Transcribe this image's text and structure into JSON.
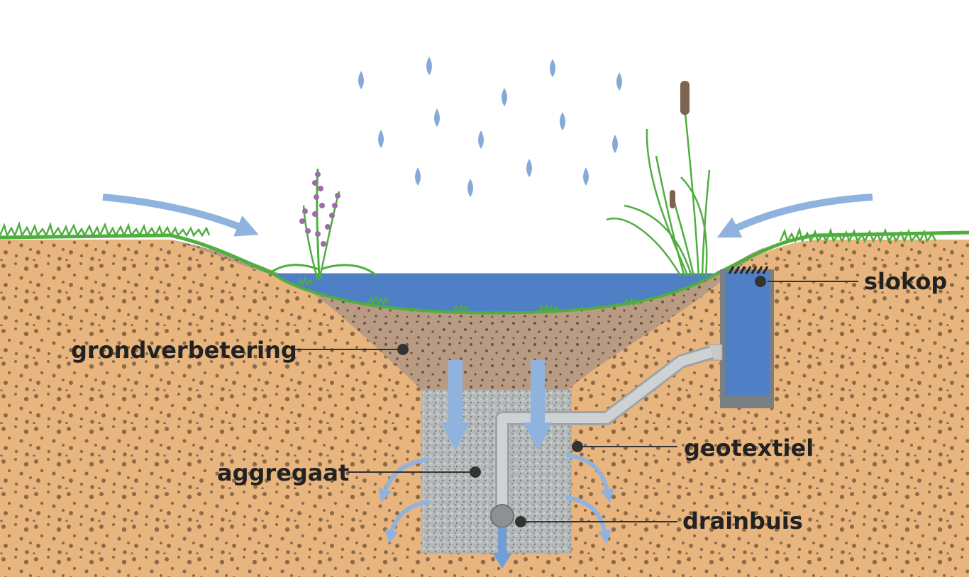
{
  "labels": {
    "slokop": "slokop",
    "grondverbetering": "grondverbetering",
    "geotextiel": "geotextiel",
    "aggregaat": "aggregaat",
    "drainbuis": "drainbuis"
  },
  "colors": {
    "sky": "#ffffff",
    "soil": "#e8b57e",
    "soil_dots": "#8a6a4a",
    "improved_soil": "#b99a82",
    "water": "#4f7fc4",
    "grass": "#4fae3e",
    "aggregate": "#b8bcbd",
    "pipe": "#c9c9c9",
    "flow_arrow": "#8fb3de",
    "rain": "#86aad6",
    "label_text": "#222222",
    "leader_line": "#333333"
  },
  "icons": [
    "raindrop-icon",
    "flow-arrow-icon",
    "purple-loosestrife-plant-icon",
    "cattail-reed-plant-icon",
    "grate-icon"
  ]
}
